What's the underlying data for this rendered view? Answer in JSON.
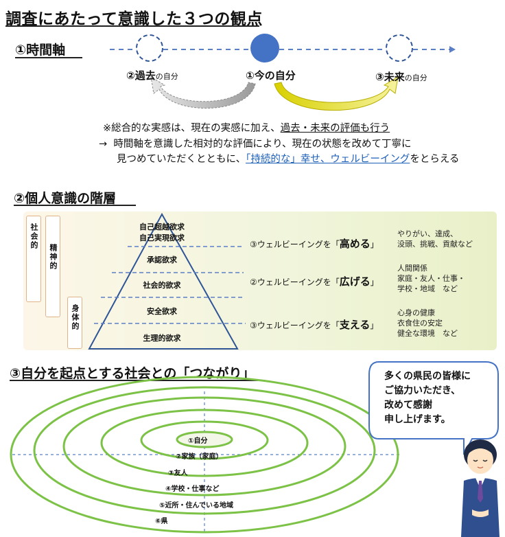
{
  "title": "調査にあたって意識した３つの観点",
  "section1": {
    "heading": "①時間軸",
    "past_label": "②過去",
    "past_suffix": "の自分",
    "now_label": "①今の自分",
    "future_label": "③未来",
    "future_suffix": "の自分",
    "note1_prefix": "※総合的な実感は、現在の実感に加え、",
    "note1_underlined": "過去・未来の評価も行う",
    "note2_arrow": "→",
    "note2_line1": "時間軸を意識した相対的な評価により、現在の状態を改めて丁寧に",
    "note2_line2_a": "見つめていただくとともに、",
    "note2_line2_blue": "「持続的な」幸せ、ウェルビーイング",
    "note2_line2_b": "をとらえる"
  },
  "section2": {
    "heading": "②個人意識の階層",
    "side_social": "社会的",
    "side_mental": "精神的",
    "side_physical": "身体的",
    "levels": [
      "自己超越欲求",
      "自己実現欲求",
      "承認欲求",
      "社会的欲求",
      "安全欲求",
      "生理的欲求"
    ],
    "wb": [
      {
        "prefix": "③ウェルビーイングを「",
        "verb": "高める",
        "suffix": "」",
        "desc": [
          "やりがい、達成、",
          "没頭、挑戦、貢献など"
        ]
      },
      {
        "prefix": "②ウェルビーイングを「",
        "verb": "広げる",
        "suffix": "」",
        "desc": [
          "人間関係",
          "家庭・友人・仕事・",
          "学校・地域　など"
        ]
      },
      {
        "prefix": "③ウェルビーイングを「",
        "verb": "支える",
        "suffix": "」",
        "desc": [
          "心身の健康",
          "衣食住の安定",
          "健全な環境　など"
        ]
      }
    ]
  },
  "section3": {
    "heading": "③自分を起点とする社会との「つながり」",
    "rings": [
      "①自分",
      "②家族（家庭）",
      "③友人",
      "④学校・仕事など",
      "⑤近所・住んでいる地域",
      "⑥県"
    ],
    "bubble": [
      "多くの県民の皆様に",
      "ご協力いただき、",
      "改めて感謝",
      "申し上げます。"
    ]
  },
  "colors": {
    "accent_blue": "#4472c4",
    "pyramid_blue": "#2f5597",
    "dash_blue": "#5b7fc7",
    "arrow_yellow": "#e6e01a",
    "ring_green": "#7cc246",
    "panel_bg": "#eef3d6",
    "sidebox_border": "#e0b48a"
  }
}
